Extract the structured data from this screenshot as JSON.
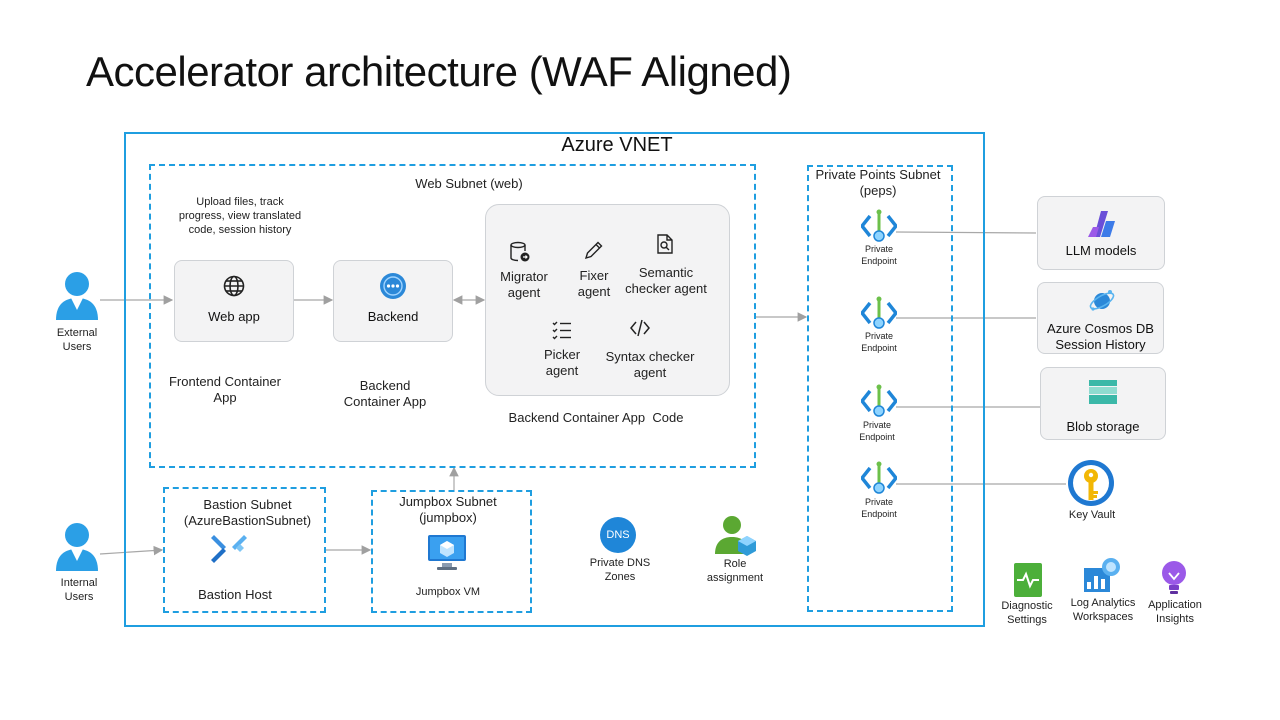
{
  "title": "Accelerator architecture (WAF Aligned)",
  "vnet": {
    "label": "Azure VNET"
  },
  "web_subnet": {
    "label": "Web Subnet (web)",
    "upload_note": "Upload files, track progress, view translated code, session history",
    "web_app": "Web app",
    "backend": "Backend",
    "frontend_caption": "Frontend Container App",
    "backend_caption": "Backend Container App",
    "agents_caption": "Backend Container App  Code",
    "agents": {
      "migrator": "Migrator agent",
      "fixer": "Fixer agent",
      "semantic": "Semantic checker agent",
      "picker": "Picker agent",
      "syntax": "Syntax checker agent"
    }
  },
  "users": {
    "external": "External Users",
    "internal": "Internal Users"
  },
  "bastion": {
    "label": "Bastion Subnet (AzureBastionSubnet)",
    "host": "Bastion Host"
  },
  "jumpbox": {
    "label": "Jumpbox Subnet (jumpbox)",
    "vm": "Jumpbox VM"
  },
  "dns": {
    "label": "Private DNS Zones",
    "badge": "DNS"
  },
  "role": {
    "label": "Role assignment"
  },
  "peps": {
    "label": "Private Points Subnet (peps)",
    "endpoint": "Private Endpoint"
  },
  "services": {
    "llm": "LLM models",
    "cosmos": "Azure Cosmos DB Session History",
    "blob": "Blob storage",
    "keyvault": "Key Vault"
  },
  "monitoring": {
    "diagnostic": "Diagnostic Settings",
    "log_analytics": "Log Analytics Workspaces",
    "app_insights": "Application Insights"
  },
  "colors": {
    "vnet_border": "#1f9ee0",
    "azure_blue": "#0078d4",
    "card_bg": "#f3f3f4"
  }
}
